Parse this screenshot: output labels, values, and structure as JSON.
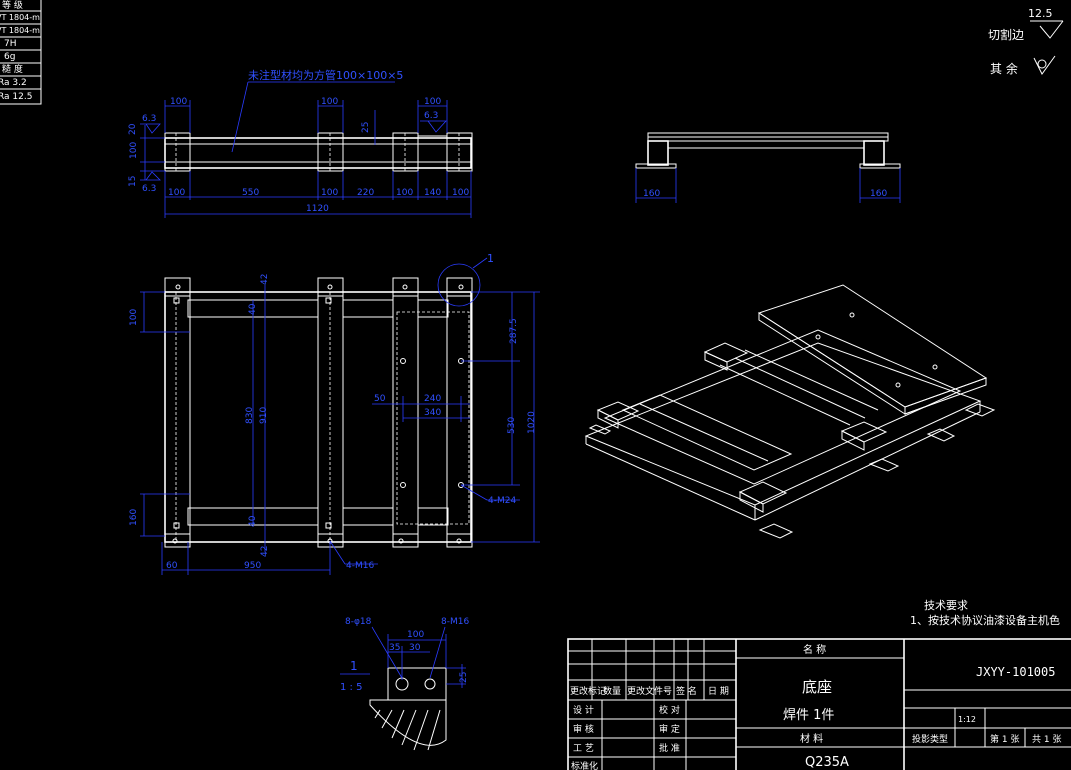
{
  "corner_table": {
    "rows": [
      "等 级",
      "VT 1804-m",
      "VT 1804-m",
      "7H",
      "6g",
      "糙 度",
      "Ra 3.2",
      "Ra 12.5"
    ]
  },
  "roughness_legend": {
    "value": "12.5",
    "cut_edge_label": "切割边",
    "other_label": "其 余"
  },
  "front_view": {
    "note": "未注型材均为方管100×100×5",
    "dims_top": [
      "100",
      "100",
      "100"
    ],
    "dim_top_left_weld": "6.3",
    "dim_top_right_weld": "6.3",
    "dim_mid": "25",
    "dims_left": [
      "20",
      "100",
      "15"
    ],
    "dim_left_bottom_weld": "6.3",
    "dims_bottom": [
      "100",
      "550",
      "100",
      "220",
      "100",
      "140",
      "100"
    ],
    "dim_total": "1120"
  },
  "side_view": {
    "dim_left": "160",
    "dim_right": "160"
  },
  "top_view": {
    "detail_marker": "1",
    "dims_left": [
      "100",
      "160"
    ],
    "dims_bottom": [
      "60",
      "950"
    ],
    "dim_tag_top": "42",
    "dim_tag_top2": "40",
    "dim_tag_bottom": "40",
    "dim_tag_bottom2": "42",
    "dim_inner_830": "830",
    "dim_inner_910": "910",
    "dim_287": "287.5",
    "dim_530": "530",
    "dim_1020": "1020",
    "dim_50": "50",
    "dim_240": "240",
    "dim_340": "340",
    "callout_m24": "4-M24",
    "callout_m16": "4-M16"
  },
  "detail_view": {
    "label": "1",
    "scale": "1 : 5",
    "callout_holes": "8-φ18",
    "callout_threads": "8-M16",
    "dim_100": "100",
    "dim_30": "30",
    "dim_35": "35",
    "dim_25": "25"
  },
  "tech_notes": {
    "heading": "技术要求",
    "line1": "1、按技术协议油漆设备主机色"
  },
  "title_block": {
    "name_header": "名 称",
    "part_name": "底座",
    "part_sub": "焊件 1件",
    "drawing_no": "JXYY-101005",
    "material_header": "材 料",
    "material": "Q235A",
    "scale_value": "1:12",
    "doc_type": "投影类型",
    "sheet": "第 1 张",
    "total": "共 1 张",
    "rev_headers": [
      "更改标记",
      "数量",
      "更改文件号",
      "签 名",
      "日 期"
    ],
    "roles": [
      "设 计",
      "审 核",
      "工 艺",
      "标准化"
    ],
    "roles2": [
      "校 对",
      "审 定",
      "批 准"
    ]
  },
  "colors": {
    "background": "#000000",
    "linework": "#ffffff",
    "dimension": "#2a3cff"
  }
}
